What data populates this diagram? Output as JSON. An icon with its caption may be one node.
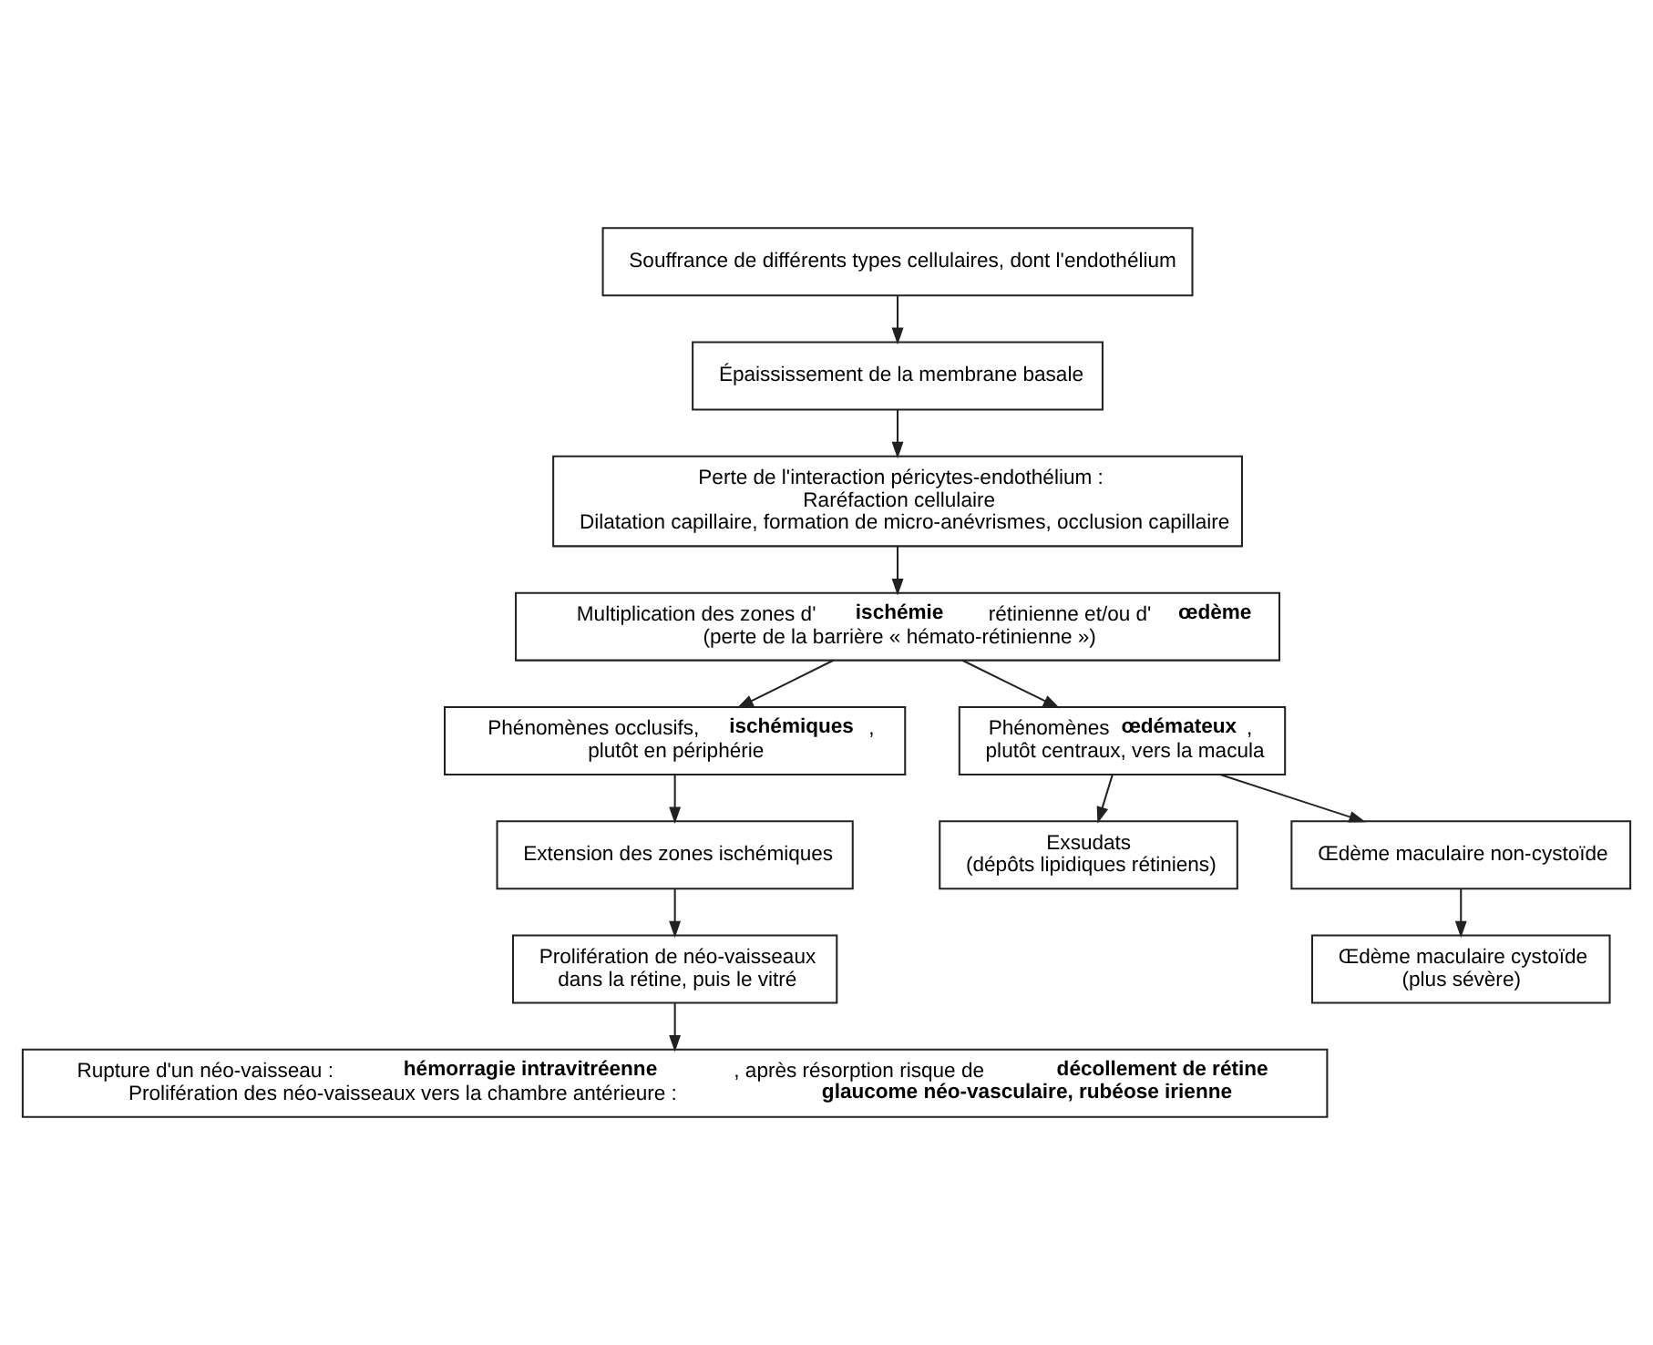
{
  "diagram": {
    "nodes": [
      {
        "text": [
          "Souffrance de différents types cellulaires, dont l'endothélium"
        ]
      },
      {
        "text": [
          "Épaississement de la membrane basale"
        ]
      },
      {
        "text": [
          "Perte de l'interaction péricytes-endothélium :",
          "Raréfaction cellulaire",
          "Dilatation capillaire, formation de micro-anévrismes, occlusion capillaire"
        ]
      },
      {
        "text": [
          "Multiplication des zones d'**ischémie** rétinienne et/ou d'**œdème**",
          "(perte de la barrière « hémato-rétinienne »)"
        ]
      },
      {
        "text": [
          "Phénomènes occlusifs, **ischémiques**,",
          "plutôt en périphérie"
        ]
      },
      {
        "text": [
          "Phénomènes **œdémateux**,",
          "plutôt centraux, vers la macula"
        ]
      },
      {
        "text": [
          "Extension des zones ischémiques"
        ]
      },
      {
        "text": [
          "Prolifération de néo-vaisseaux",
          "dans la rétine, puis le vitré"
        ]
      },
      {
        "text": [
          "Exsudats",
          "(dépôts lipidiques rétiniens)"
        ]
      },
      {
        "text": [
          "Œdème maculaire non-cystoïde"
        ]
      },
      {
        "text": [
          "Œdème maculaire cystoïde",
          "(plus sévère)"
        ]
      },
      {
        "text": [
          "Rupture d'un néo-vaisseau : **hémorragie intravitréenne**, après résorption risque de **décollement de rétine**",
          "Prolifération des néo-vaisseaux vers la chambre antérieure : **glaucome néo-vasculaire, rubéose irienne**"
        ]
      }
    ],
    "edges": [
      {
        "from": 0,
        "to": 1,
        "arrow": "to"
      },
      {
        "from": 1,
        "to": 2,
        "arrow": "to"
      },
      {
        "from": 2,
        "to": 3,
        "arrow": "to"
      },
      {
        "from": 3,
        "to": 4,
        "arrow": "to"
      },
      {
        "from": 3,
        "to": 5,
        "arrow": "to"
      },
      {
        "from": 4,
        "to": 6,
        "arrow": "to"
      },
      {
        "from": 6,
        "to": 7,
        "arrow": "to"
      },
      {
        "from": 7,
        "to": 11,
        "arrow": "to"
      },
      {
        "from": 5,
        "to": 8,
        "arrow": "to"
      },
      {
        "from": 5,
        "to": 9,
        "arrow": "to"
      },
      {
        "from": 9,
        "to": 10,
        "arrow": "to"
      }
    ]
  }
}
